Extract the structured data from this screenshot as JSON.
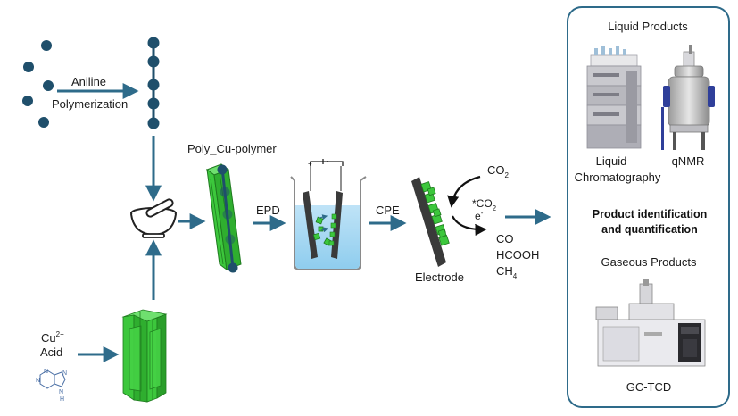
{
  "labels": {
    "aniline": "Aniline",
    "polymerization": "Polymerization",
    "poly_cu_polymer": "Poly_Cu-polymer",
    "epd": "EPD",
    "cpe": "CPE",
    "electrode": "Electrode",
    "co2_top": "CO",
    "co2_top_sub": "2",
    "co2_adsorbed_prefix": "*CO",
    "co2_adsorbed_sub": "2",
    "electron": "e",
    "electron_sup": "-",
    "product_co": "CO",
    "product_hcooh": "HCOOH",
    "product_ch4": "CH",
    "product_ch4_sub": "4",
    "cu_ion": "Cu",
    "cu_ion_sup": "2+",
    "acid": "Acid",
    "purine_n": "N",
    "purine_h": "H"
  },
  "panel": {
    "liquid_products": "Liquid Products",
    "liquid_chromatography_1": "Liquid",
    "liquid_chromatography_2": "Chromatography",
    "qnmr": "qNMR",
    "identification_1": "Product identification",
    "identification_2": "and quantification",
    "gaseous_products": "Gaseous Products",
    "gc_tcd": "GC-TCD"
  },
  "colors": {
    "arrow": "#2e6b8a",
    "monomer": "#1f4f6b",
    "green": "#3cc73c",
    "green_dark": "#1f7a1f",
    "panel_border": "#2e6b8a"
  }
}
